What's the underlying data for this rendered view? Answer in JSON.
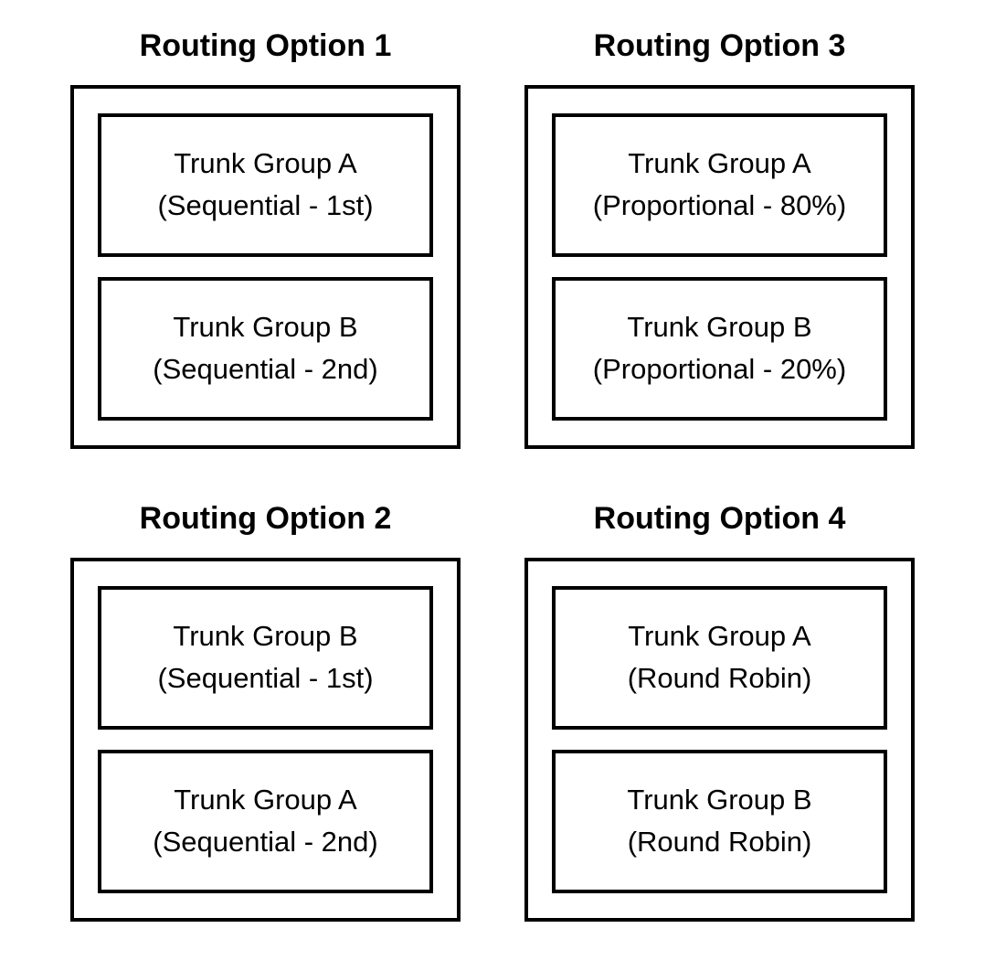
{
  "diagram": {
    "colors": {
      "border": "#000000",
      "background": "#ffffff",
      "text": "#000000"
    },
    "panels": [
      {
        "title": "Routing Option 1",
        "boxes": [
          {
            "name": "Trunk Group A",
            "detail": "(Sequential - 1st)"
          },
          {
            "name": "Trunk Group B",
            "detail": "(Sequential - 2nd)"
          }
        ]
      },
      {
        "title": "Routing Option 3",
        "boxes": [
          {
            "name": "Trunk Group A",
            "detail": "(Proportional - 80%)"
          },
          {
            "name": "Trunk Group B",
            "detail": "(Proportional - 20%)"
          }
        ]
      },
      {
        "title": "Routing Option 2",
        "boxes": [
          {
            "name": "Trunk Group B",
            "detail": "(Sequential - 1st)"
          },
          {
            "name": "Trunk Group A",
            "detail": "(Sequential - 2nd)"
          }
        ]
      },
      {
        "title": "Routing Option 4",
        "boxes": [
          {
            "name": "Trunk Group A",
            "detail": "(Round Robin)"
          },
          {
            "name": "Trunk Group B",
            "detail": "(Round Robin)"
          }
        ]
      }
    ]
  }
}
